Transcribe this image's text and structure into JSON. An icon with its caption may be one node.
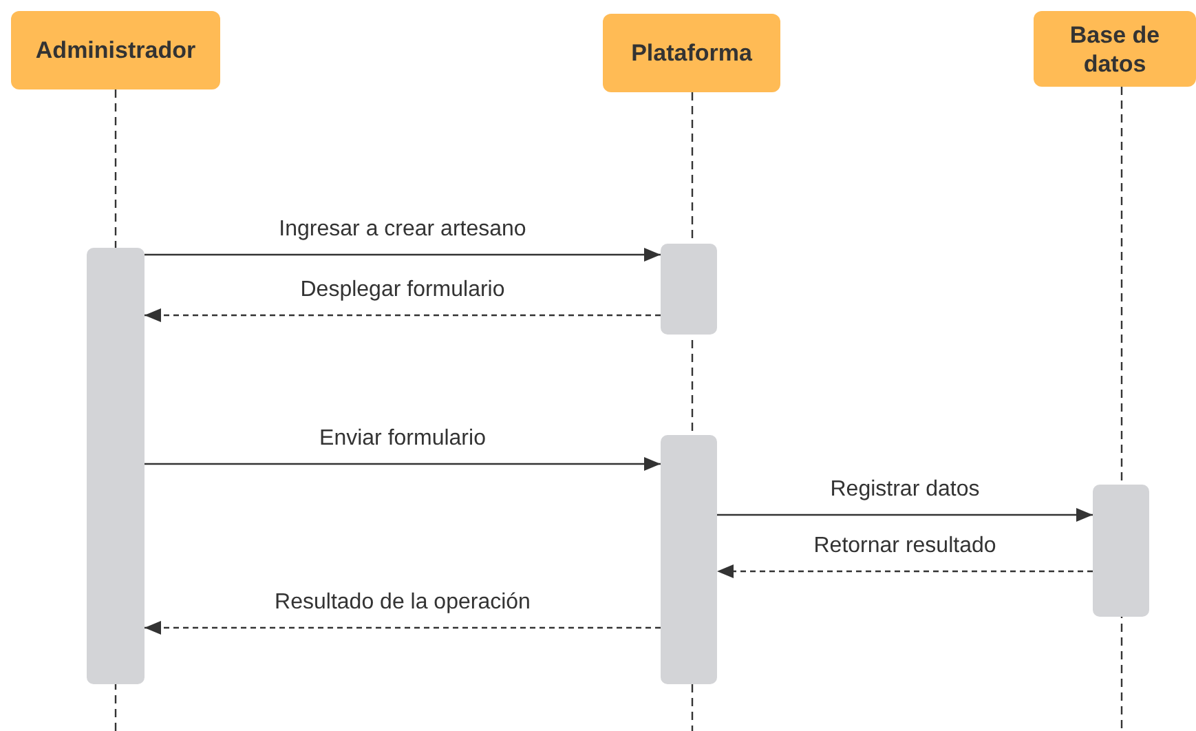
{
  "diagram": {
    "nodes": [
      {
        "text": [
          "Administrador"
        ]
      },
      {
        "text": [
          "Plataforma"
        ]
      },
      {
        "text": [
          "Base de datos"
        ]
      },
      {
        "text": [],
        "shape": "bar"
      },
      {
        "text": [],
        "shape": "bar"
      },
      {
        "text": [],
        "shape": "bar"
      },
      {
        "text": [],
        "shape": "bar"
      }
    ],
    "edges": [
      {
        "from": 3,
        "to": 4,
        "arrow": "to",
        "label": "Ingresar a crear artesano"
      },
      {
        "from": 4,
        "to": 3,
        "arrow": "to",
        "label": "Desplegar formulario",
        "style": "dashed"
      },
      {
        "from": 3,
        "to": 5,
        "arrow": "to",
        "label": "Enviar formulario"
      },
      {
        "from": 5,
        "to": 6,
        "arrow": "to",
        "label": "Registrar datos"
      },
      {
        "from": 6,
        "to": 5,
        "arrow": "to",
        "label": "Retornar resultado",
        "style": "dashed"
      },
      {
        "from": 5,
        "to": 3,
        "arrow": "to",
        "label": "Resultado de la operación",
        "style": "dashed"
      }
    ]
  }
}
